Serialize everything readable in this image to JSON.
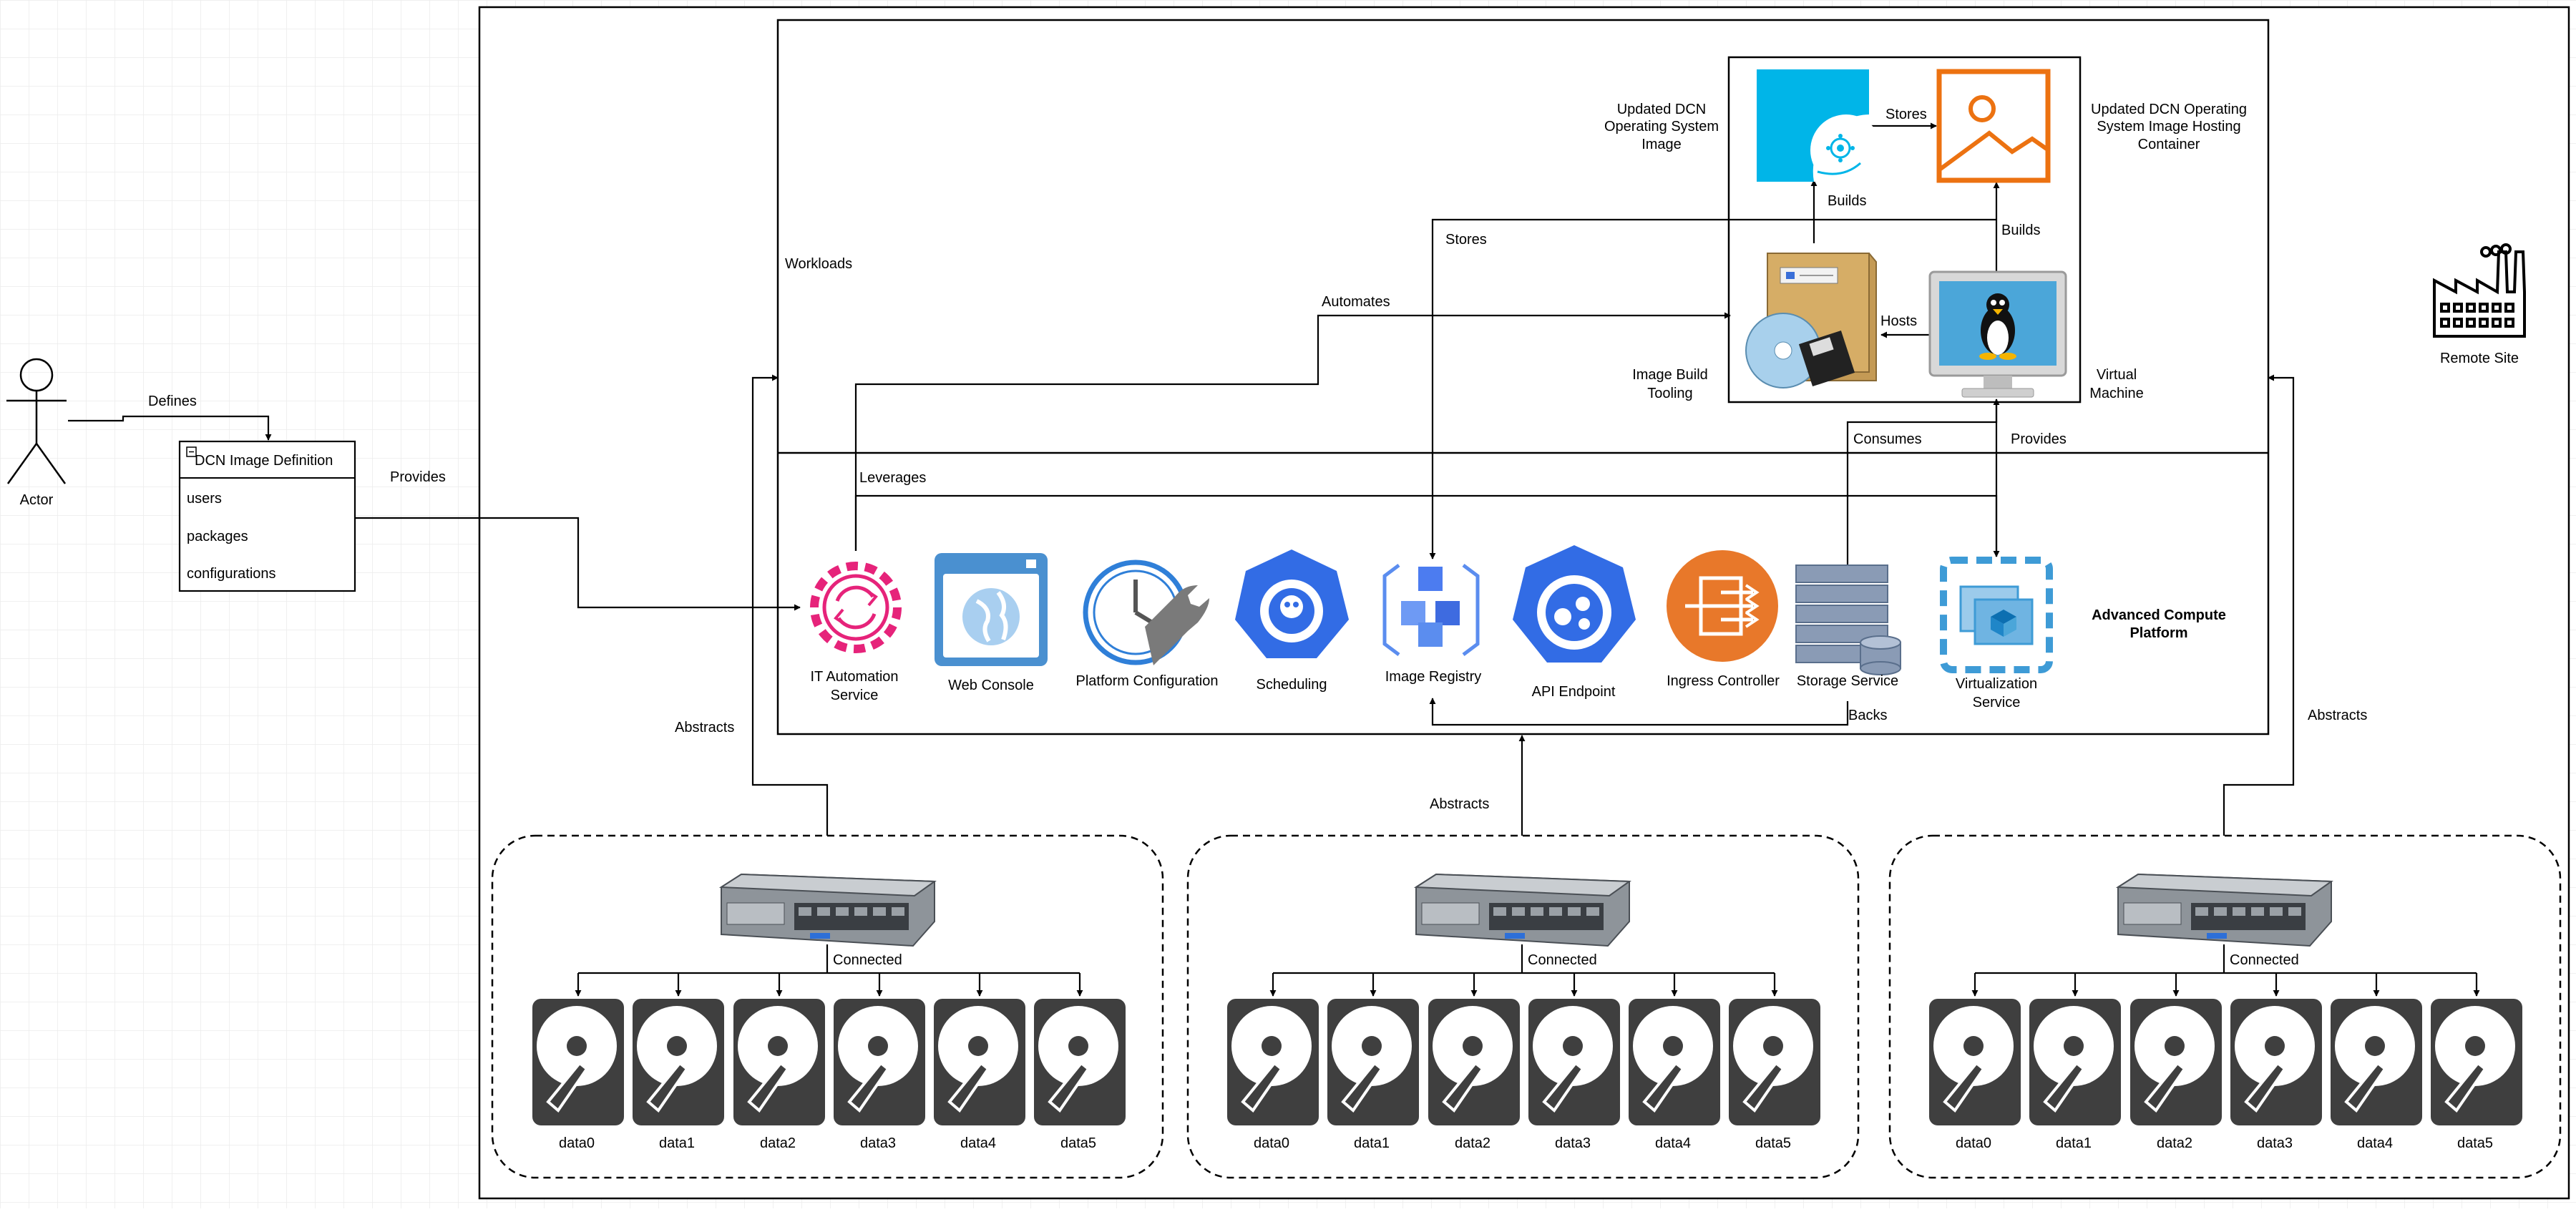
{
  "actor": {
    "label": "Actor"
  },
  "image_definition": {
    "title": "DCN Image Definition",
    "fields": [
      "users",
      "packages",
      "configurations"
    ]
  },
  "edges": {
    "defines": "Defines",
    "provides_left": "Provides",
    "automates": "Automates",
    "stores_registry": "Stores",
    "stores_container": "Stores",
    "builds_image": "Builds",
    "builds_vm": "Builds",
    "hosts": "Hosts",
    "consumes": "Consumes",
    "provides_right": "Provides",
    "leverages": "Leverages",
    "backs": "Backs",
    "abstracts_left": "Abstracts",
    "abstracts_center": "Abstracts",
    "abstracts_right": "Abstracts",
    "connected": "Connected"
  },
  "workloads": {
    "label": "Workloads",
    "os_image": [
      "Updated DCN",
      "Operating System",
      "Image"
    ],
    "container": [
      "Updated DCN Operating",
      "System Image Hosting",
      "Container"
    ],
    "tooling": [
      "Image Build",
      "Tooling"
    ],
    "vm": [
      "Virtual",
      "Machine"
    ]
  },
  "platform": {
    "title": [
      "Advanced Compute",
      "Platform"
    ],
    "services": [
      {
        "label": [
          "IT Automation",
          "Service"
        ],
        "icon": "gear-sync-icon",
        "color": "#E6237A"
      },
      {
        "label": [
          "Web Console"
        ],
        "icon": "web-console-icon",
        "color": "#4A90D0"
      },
      {
        "label": [
          "Platform Configuration"
        ],
        "icon": "clock-wrench-icon",
        "color": "#2F7FD8"
      },
      {
        "label": [
          "Scheduling"
        ],
        "icon": "scheduling-icon",
        "color": "#326CE5"
      },
      {
        "label": [
          "Image Registry"
        ],
        "icon": "cubes-icon",
        "color": "#5B8DEF"
      },
      {
        "label": [
          "API Endpoint"
        ],
        "icon": "api-icon",
        "color": "#326CE5"
      },
      {
        "label": [
          "Ingress Controller"
        ],
        "icon": "ingress-icon",
        "color": "#E8782A"
      },
      {
        "label": [
          "Storage Service"
        ],
        "icon": "storage-stack-icon",
        "color": "#5A6F8C"
      },
      {
        "label": [
          "Virtualization",
          "Service"
        ],
        "icon": "virtualization-icon",
        "color": "#3E9BD6"
      }
    ]
  },
  "remote_site": {
    "label": "Remote Site"
  },
  "nodes": [
    {
      "disks": [
        "data0",
        "data1",
        "data2",
        "data3",
        "data4",
        "data5"
      ]
    },
    {
      "disks": [
        "data0",
        "data1",
        "data2",
        "data3",
        "data4",
        "data5"
      ]
    },
    {
      "disks": [
        "data0",
        "data1",
        "data2",
        "data3",
        "data4",
        "data5"
      ]
    }
  ]
}
